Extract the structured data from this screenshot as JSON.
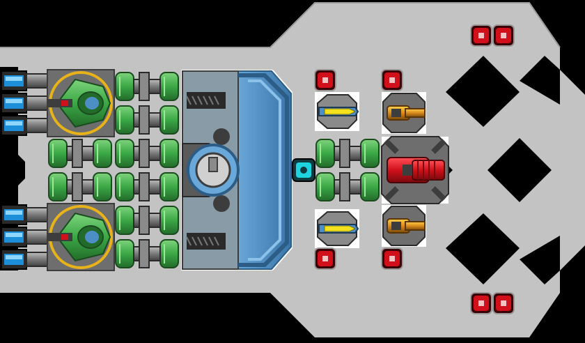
{
  "scene": {
    "kind": "ship-editor-top-down",
    "palette": {
      "background": "#000000",
      "hull": "#c3c3c3",
      "hull_edge": "#9a9a9a",
      "steel_dark": "#3d3d3d",
      "steel": "#6e6e6e",
      "steel_light": "#a8a8a8",
      "green_dark": "#236b2a",
      "green": "#3aa845",
      "green_light": "#7ed47c",
      "blue_dark": "#2c5d86",
      "blue": "#4d8fc4",
      "blue_light": "#8cc2ea",
      "cyan": "#1ed2e0",
      "red": "#d0101a",
      "red_dark": "#7a0a0e",
      "gold": "#e8b21a",
      "orange": "#d98a1c",
      "yellow": "#f2e11c"
    }
  },
  "modules": [
    {
      "name": "reactor-core",
      "icon": "reactor-icon",
      "color": "blue"
    },
    {
      "name": "green-turret-upper",
      "icon": "turret-icon",
      "color": "green"
    },
    {
      "name": "green-turret-lower",
      "icon": "turret-icon",
      "color": "green"
    },
    {
      "name": "red-cannon",
      "icon": "cannon-icon",
      "color": "red"
    },
    {
      "name": "cyan-connector",
      "icon": "connector-icon",
      "color": "cyan"
    }
  ]
}
